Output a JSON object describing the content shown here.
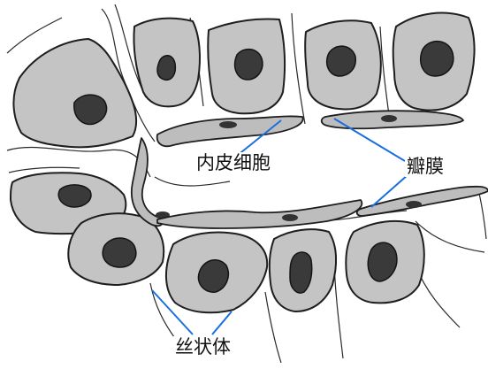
{
  "labels": {
    "endothelial": "内皮细胞",
    "lamellae": "瓣膜",
    "filiform": "丝状体"
  },
  "colors": {
    "cell_fill": "#c4c4c4",
    "nucleus": "#3a3a3a",
    "leader": "#1a6fe0"
  }
}
